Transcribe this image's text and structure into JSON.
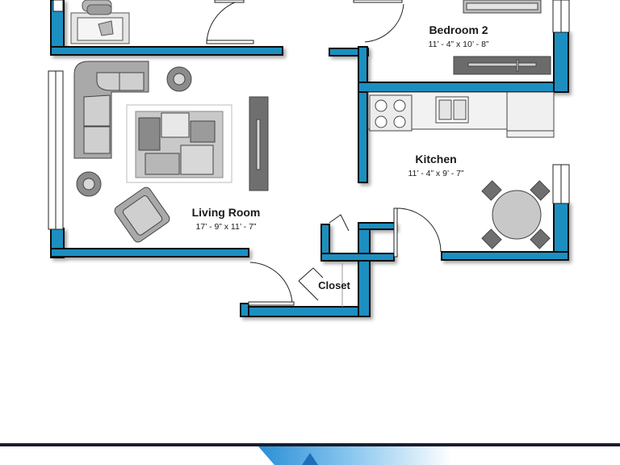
{
  "rooms": {
    "bedroom2": {
      "name": "Bedroom 2",
      "dims": "11’ - 4” x 10’ - 8”"
    },
    "kitchen": {
      "name": "Kitchen",
      "dims": "11’ - 4” x 9’ - 7”"
    },
    "living": {
      "name": "Living Room",
      "dims": "17’ - 9” x 11’ - 7”"
    },
    "closet": {
      "name": "Closet"
    }
  },
  "colors": {
    "wall": "#1b8fc0",
    "wall_outline": "#111111",
    "furniture": "#a9a9a9",
    "footer_dark": "#1c1d2b",
    "footer_accent": "#2a8fd6"
  }
}
